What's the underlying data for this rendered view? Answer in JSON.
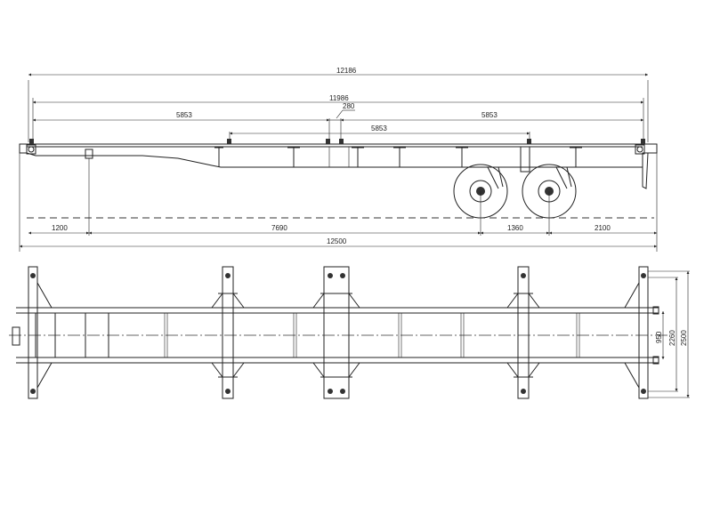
{
  "title": "Skeletal container semi-trailer drawing",
  "side_view": {
    "dims": {
      "overall_top": "12186",
      "container_length": "11986",
      "gap": "280",
      "front_half": "5853",
      "rear_half": "5853",
      "middle": "5853",
      "kingpin": "1200",
      "kingpin_to_axle": "7690",
      "axle_spacing": "1360",
      "rear_overhang": "2100",
      "overall_length": "12500"
    }
  },
  "plan_view": {
    "dims": {
      "rail_spacing": "950",
      "twistlock_width": "2260",
      "overall_width": "2500"
    }
  }
}
